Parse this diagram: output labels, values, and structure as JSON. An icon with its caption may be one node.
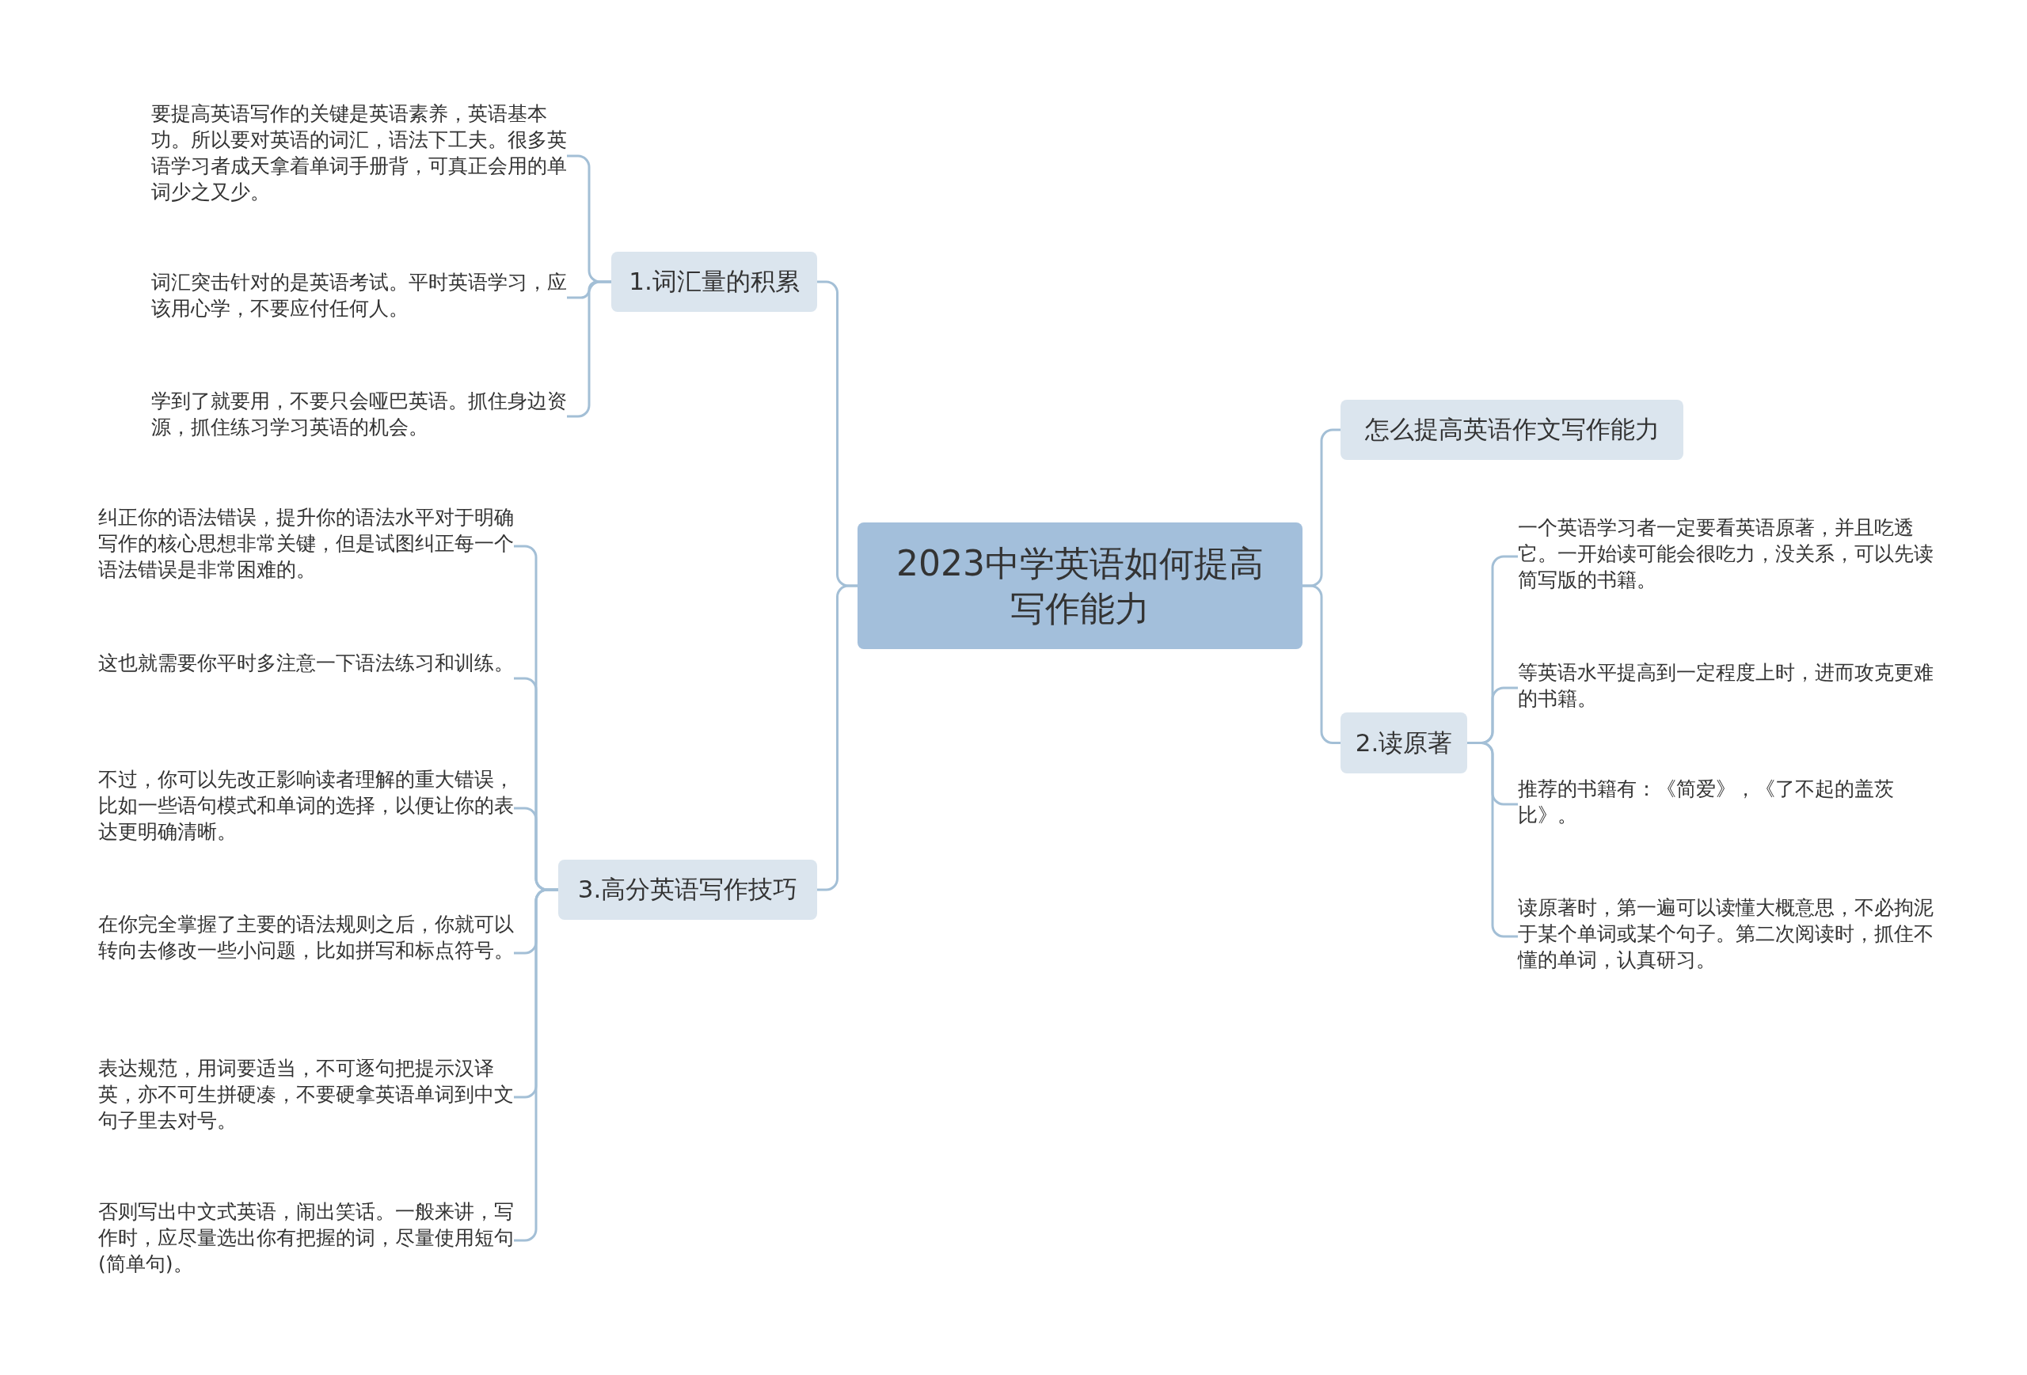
{
  "diagram": {
    "nodes": [
      {
        "text": [
          "2023中学英语如何提高写作能力"
        ]
      },
      {
        "text": [
          "1.词汇量的积累"
        ]
      },
      {
        "text": [
          "要提高英语写作的关键是英语素养，英语基本功。所以要对英语的词汇，语法下工夫。很多英语学习者成天拿着单词手册背，可真正会用的单词少之又少。"
        ]
      },
      {
        "text": [
          "词汇突击针对的是英语考试。平时英语学习，应该用心学，不要应付任何人。"
        ]
      },
      {
        "text": [
          "学到了就要用，不要只会哑巴英语。抓住身边资源，抓住练习学习英语的机会。"
        ]
      },
      {
        "text": [
          "3.高分英语写作技巧"
        ]
      },
      {
        "text": [
          "纠正你的语法错误，提升你的语法水平对于明确写作的核心思想非常关键，但是试图纠正每一个语法错误是非常困难的。"
        ]
      },
      {
        "text": [
          "这也就需要你平时多注意一下语法练习和训练。"
        ]
      },
      {
        "text": [
          "不过，你可以先改正影响读者理解的重大错误，比如一些语句模式和单词的选择，以便让你的表达更明确清晰。"
        ]
      },
      {
        "text": [
          "在你完全掌握了主要的语法规则之后，你就可以转向去修改一些小问题，比如拼写和标点符号。"
        ]
      },
      {
        "text": [
          "表达规范，用词要适当，不可逐句把提示汉译英，亦不可生拼硬凑，不要硬拿英语单词到中文句子里去对号。"
        ]
      },
      {
        "text": [
          "否则写出中文式英语，闹出笑话。一般来讲，写作时，应尽量选出你有把握的词，尽量使用短句(简单句)。"
        ]
      },
      {
        "text": [
          "怎么提高英语作文写作能力"
        ]
      },
      {
        "text": [
          "2.读原著"
        ]
      },
      {
        "text": [
          "一个英语学习者一定要看英语原著，并且吃透它。一开始读可能会很吃力，没关系，可以先读简写版的书籍。"
        ]
      },
      {
        "text": [
          "等英语水平提高到一定程度上时，进而攻克更难的书籍。"
        ]
      },
      {
        "text": [
          "推荐的书籍有：《简爱》，《了不起的盖茨比》。"
        ]
      },
      {
        "text": [
          "读原著时，第一遍可以读懂大概意思，不必拘泥于某个单词或某个句子。第二次阅读时，抓住不懂的单词，认真研习。"
        ]
      }
    ],
    "edges": [
      {
        "from": 0,
        "to": 1,
        "arrow": "none"
      },
      {
        "from": 1,
        "to": 2,
        "arrow": "none"
      },
      {
        "from": 1,
        "to": 3,
        "arrow": "none"
      },
      {
        "from": 1,
        "to": 4,
        "arrow": "none"
      },
      {
        "from": 0,
        "to": 5,
        "arrow": "none"
      },
      {
        "from": 5,
        "to": 6,
        "arrow": "none"
      },
      {
        "from": 5,
        "to": 7,
        "arrow": "none"
      },
      {
        "from": 5,
        "to": 8,
        "arrow": "none"
      },
      {
        "from": 5,
        "to": 9,
        "arrow": "none"
      },
      {
        "from": 5,
        "to": 10,
        "arrow": "none"
      },
      {
        "from": 5,
        "to": 11,
        "arrow": "none"
      },
      {
        "from": 0,
        "to": 12,
        "arrow": "none"
      },
      {
        "from": 0,
        "to": 13,
        "arrow": "none"
      },
      {
        "from": 13,
        "to": 14,
        "arrow": "none"
      },
      {
        "from": 13,
        "to": 15,
        "arrow": "none"
      },
      {
        "from": 13,
        "to": 16,
        "arrow": "none"
      },
      {
        "from": 13,
        "to": 17,
        "arrow": "none"
      }
    ]
  }
}
